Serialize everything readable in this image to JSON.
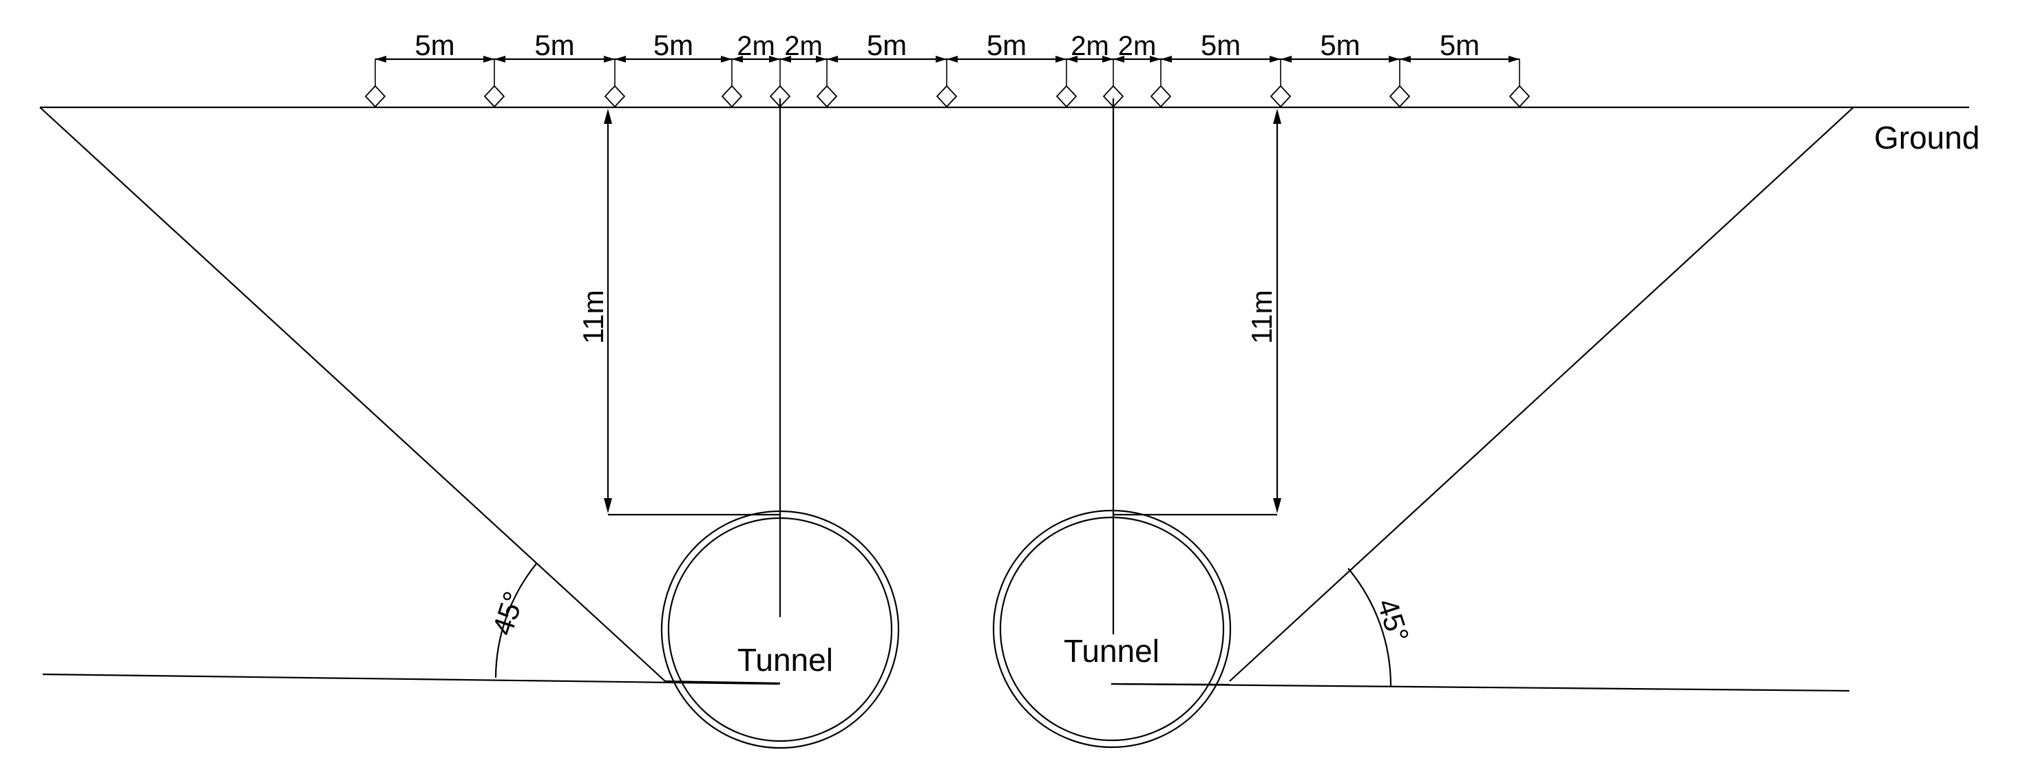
{
  "labels": {
    "ground": "Ground",
    "tunnel_left": "Tunnel",
    "tunnel_right": "Tunnel",
    "depth_left": "11m",
    "depth_right": "11m",
    "angle_left": "45°",
    "angle_right": "45°"
  },
  "spacing_labels": [
    "5m",
    "5m",
    "5m",
    "2m",
    "2m",
    "5m",
    "5m",
    "2m",
    "2m",
    "5m",
    "5m",
    "5m"
  ],
  "colors": {
    "stroke": "#000000",
    "background": "#ffffff"
  }
}
